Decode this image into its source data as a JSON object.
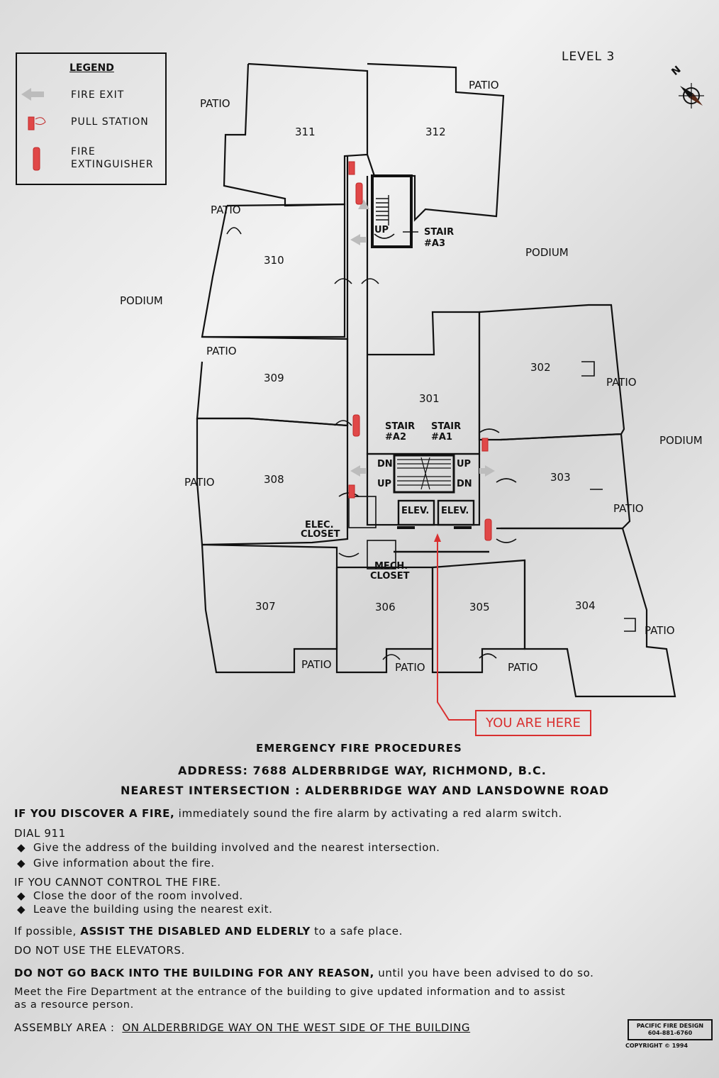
{
  "legend": {
    "title": "LEGEND",
    "items": [
      {
        "label": "FIRE  EXIT",
        "icon": "fire-exit-arrow-icon"
      },
      {
        "label": "PULL  STATION",
        "icon": "pull-station-icon"
      },
      {
        "label": "FIRE",
        "label2": "EXTINGUISHER",
        "icon": "fire-extinguisher-icon"
      }
    ]
  },
  "level": "LEVEL 3",
  "compass": "N",
  "rooms": [
    "311",
    "312",
    "310",
    "309",
    "301",
    "302",
    "303",
    "308",
    "307",
    "306",
    "305",
    "304"
  ],
  "patio_label": "PATIO",
  "podium_label": "PODIUM",
  "stairs": {
    "a3": "STAIR",
    "a3_num": "#A3",
    "a2": "STAIR",
    "a2_num": "#A2",
    "a1": "STAIR",
    "a1_num": "#A1",
    "up": "UP",
    "dn": "DN"
  },
  "elev": "ELEV.",
  "elec_closet": [
    "ELEC.",
    "CLOSET"
  ],
  "mech_closet": [
    "MECH.",
    "CLOSET"
  ],
  "you_are_here": "YOU ARE HERE",
  "procedures": {
    "title": "EMERGENCY FIRE PROCEDURES",
    "address": "ADDRESS:  7688  ALDERBRIDGE  WAY,  RICHMOND,  B.C.",
    "intersection": "NEAREST  INTERSECTION  :  ALDERBRIDGE  WAY  AND  LANSDOWNE  ROAD",
    "discover_bold": "IF YOU DISCOVER A FIRE,",
    "discover_rest": " immediately sound the fire alarm by activating a red alarm switch.",
    "dial": "DIAL  911",
    "dial_items": [
      "Give  the  address  of  the  building  involved  and  the  nearest  intersection.",
      "Give  information  about  the  fire."
    ],
    "cannot": "IF  YOU  CANNOT  CONTROL  THE  FIRE.",
    "cannot_items": [
      "Close  the  door  of  the  room  involved.",
      "Leave  the  building  using  the  nearest  exit."
    ],
    "assist_pre": "If possible, ",
    "assist_bold": "ASSIST THE DISABLED AND ELDERLY",
    "assist_post": " to a safe place.",
    "no_elevators": "DO  NOT  USE  THE  ELEVATORS.",
    "no_back_bold": "DO NOT GO BACK INTO THE BUILDING FOR ANY REASON,",
    "no_back_rest": " until you have been advised to do so.",
    "meet1": "Meet the Fire Department at the entrance of the building to give updated information and to assist",
    "meet2": "as a resource person.",
    "assembly_label": "ASSEMBLY  AREA  :",
    "assembly_value": "ON  ALDERBRIDGE  WAY  ON  THE  WEST  SIDE  OF  THE  BUILDING"
  },
  "credit": {
    "name": "PACIFIC FIRE DESIGN",
    "phone": "604-881-6760",
    "copyright": "COPYRIGHT © 1994"
  },
  "colors": {
    "ink": "#111111",
    "red": "#d93030",
    "exit_arrow": "#bcbcbc",
    "plate": "#e4e4e4"
  }
}
